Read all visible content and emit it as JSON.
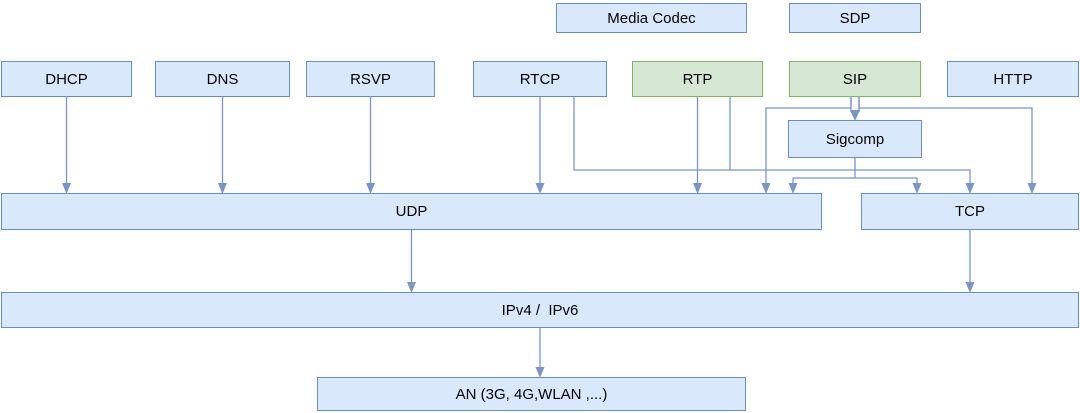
{
  "diagram": {
    "type": "protocol-stack",
    "nodes": [
      {
        "id": "media-codec",
        "label": "Media Codec",
        "variant": "blue"
      },
      {
        "id": "sdp",
        "label": "SDP",
        "variant": "blue"
      },
      {
        "id": "dhcp",
        "label": "DHCP",
        "variant": "blue"
      },
      {
        "id": "dns",
        "label": "DNS",
        "variant": "blue"
      },
      {
        "id": "rsvp",
        "label": "RSVP",
        "variant": "blue"
      },
      {
        "id": "rtcp",
        "label": "RTCP",
        "variant": "blue"
      },
      {
        "id": "rtp",
        "label": "RTP",
        "variant": "green"
      },
      {
        "id": "sip",
        "label": "SIP",
        "variant": "green"
      },
      {
        "id": "http",
        "label": "HTTP",
        "variant": "blue"
      },
      {
        "id": "sigcomp",
        "label": "Sigcomp",
        "variant": "blue"
      },
      {
        "id": "udp",
        "label": "UDP",
        "variant": "blue"
      },
      {
        "id": "tcp",
        "label": "TCP",
        "variant": "blue"
      },
      {
        "id": "ip",
        "label": "IPv4 /  IPv6",
        "variant": "blue"
      },
      {
        "id": "an",
        "label": "AN (3G, 4G,WLAN ,...)",
        "variant": "blue"
      }
    ],
    "edges": [
      {
        "from": "DHCP",
        "to": "UDP"
      },
      {
        "from": "DNS",
        "to": "UDP"
      },
      {
        "from": "RSVP",
        "to": "UDP"
      },
      {
        "from": "RTCP",
        "to": "UDP"
      },
      {
        "from": "RTP",
        "to": "UDP"
      },
      {
        "from": "RTCP",
        "to": "TCP"
      },
      {
        "from": "RTP",
        "to": "TCP"
      },
      {
        "from": "SIP",
        "to": "Sigcomp",
        "style": "double-line"
      },
      {
        "from": "SIP",
        "to": "UDP"
      },
      {
        "from": "SIP",
        "to": "TCP"
      },
      {
        "from": "Sigcomp",
        "to": "UDP"
      },
      {
        "from": "Sigcomp",
        "to": "TCP"
      },
      {
        "from": "UDP",
        "to": "IPv4 /  IPv6"
      },
      {
        "from": "TCP",
        "to": "IPv4 /  IPv6"
      },
      {
        "from": "IPv4 /  IPv6",
        "to": "AN (3G, 4G,WLAN ,...)"
      }
    ],
    "colors": {
      "background": "#ffffff",
      "text": "#000000",
      "node_fill_blue": "#dae8fc",
      "node_border_blue": "#6c8ebf",
      "node_fill_green": "#d5e8d4",
      "node_border_green": "#82b366",
      "connector": "#7b95c5"
    }
  }
}
